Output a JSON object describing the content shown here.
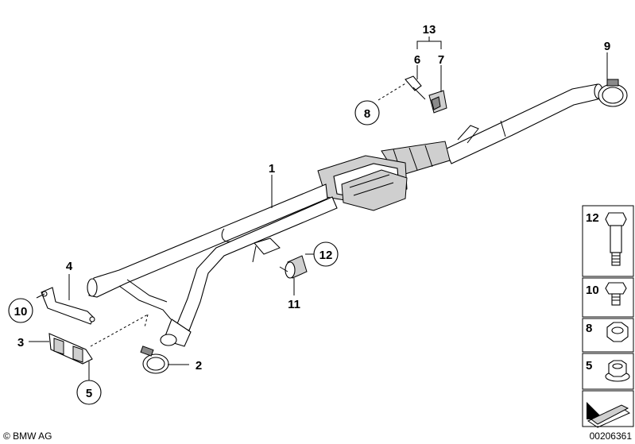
{
  "labels": {
    "l1": "1",
    "l2": "2",
    "l3": "3",
    "l4": "4",
    "l5": "5",
    "l6": "6",
    "l7": "7",
    "l8": "8",
    "l9": "9",
    "l10": "10",
    "l11": "11",
    "l12": "12",
    "l13": "13"
  },
  "legend": {
    "p12": "12",
    "p10": "10",
    "p8": "8",
    "p5": "5"
  },
  "footer": {
    "copyright": "© BMW AG",
    "code": "00206361"
  }
}
